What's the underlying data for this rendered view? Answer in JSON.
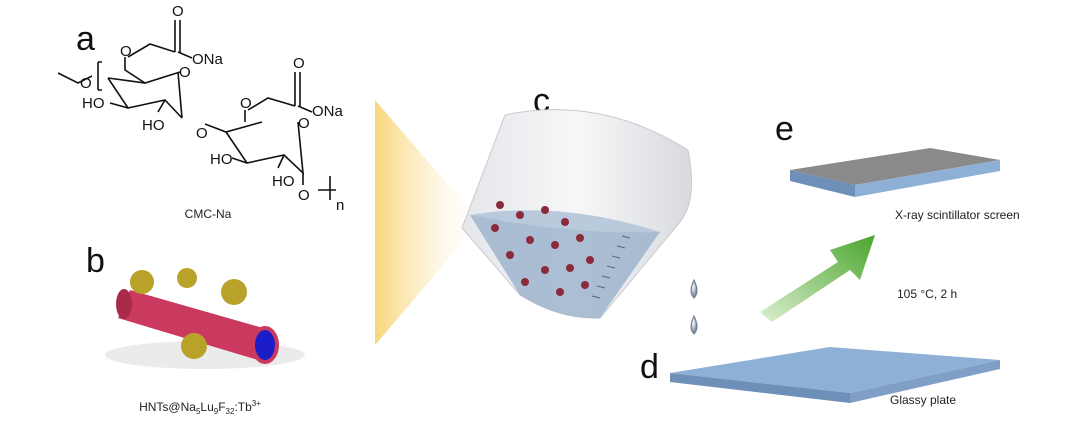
{
  "panels": {
    "a": "a",
    "b": "b",
    "c": "c",
    "d": "d",
    "e": "e"
  },
  "chem": {
    "O": "O",
    "ONa": "ONa",
    "HO": "HO",
    "n": "n"
  },
  "captions": {
    "cmc": "CMC-Na",
    "hnts_main": "HNTs@Na",
    "hnts_sub1": "5",
    "hnts_lu": "Lu",
    "hnts_sub2": "9",
    "hnts_f": "F",
    "hnts_sub3": "32",
    "hnts_tb": ":Tb",
    "hnts_sup": "3+",
    "screen": "X-ray scintillator screen",
    "condition": "105 °C, 2 h",
    "plate": "Glassy plate"
  },
  "colors": {
    "cone": "#f9d880",
    "liquid": "#9db4cc",
    "plate": "#8fb0d6",
    "screen_top": "#8a8a8a",
    "arrow": "#5cb03a",
    "tube": "#c93a5e"
  }
}
